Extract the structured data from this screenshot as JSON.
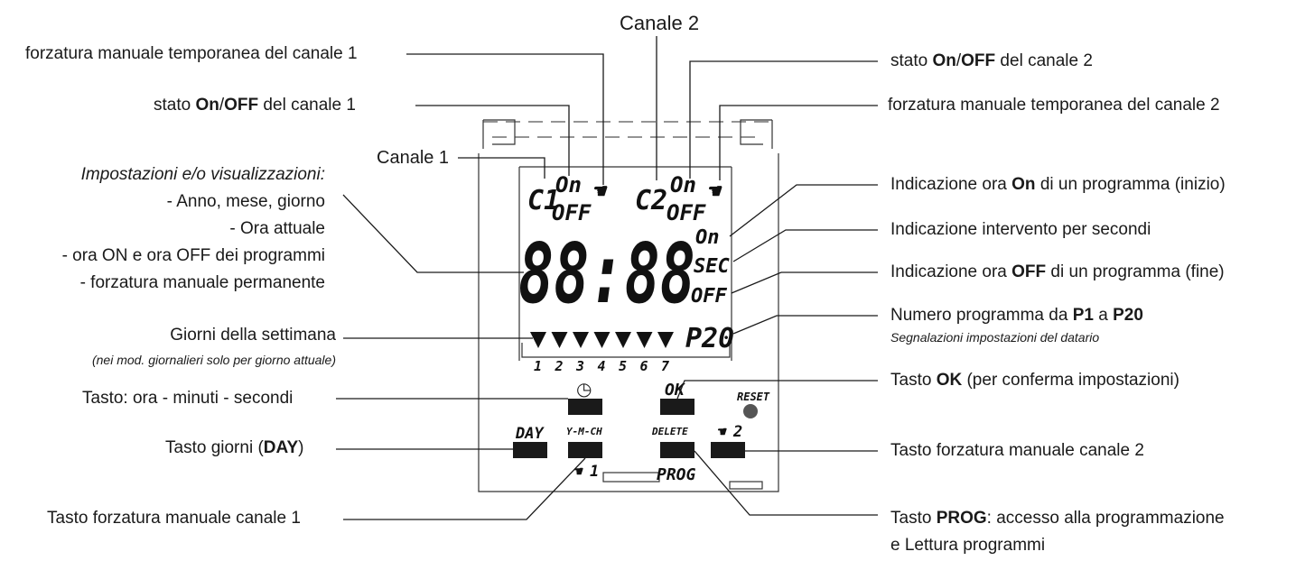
{
  "labels": {
    "canale2": "Canale 2",
    "forz_ch1_top": "forzatura manuale temporanea del canale 1",
    "stato_ch1": {
      "pre": "stato ",
      "on": "On",
      "sep": "/",
      "off": "OFF",
      "post": " del canale 1"
    },
    "canale1": "Canale 1",
    "impostazioni": {
      "title": "Impostazioni e/o visualizzazioni:",
      "items": [
        "- Anno, mese, giorno",
        "- Ora attuale",
        "- ora ON e ora OFF dei programmi",
        "- forzatura manuale permanente"
      ]
    },
    "giorni": "Giorni della settimana",
    "giorni_note": "(nei mod. giornalieri solo per giorno attuale)",
    "tasto_ora": "Tasto: ora - minuti - secondi",
    "tasto_giorni": {
      "pre": "Tasto giorni (",
      "bold": "DAY",
      "post": ")"
    },
    "tasto_forz_ch1": "Tasto forzatura manuale canale 1",
    "stato_ch2": {
      "pre": "stato ",
      "on": "On",
      "sep": "/",
      "off": "OFF",
      "post": " del canale 2"
    },
    "forz_ch2_top": "forzatura manuale temporanea del canale 2",
    "ind_on": {
      "pre": "Indicazione ora ",
      "bold": "On",
      "post": " di un programma (inizio)"
    },
    "ind_sec": "Indicazione intervento per secondi",
    "ind_off": {
      "pre": "Indicazione ora ",
      "bold": "OFF",
      "post": " di un  programma (fine)"
    },
    "num_prog": {
      "pre": "Numero programma da ",
      "b1": "P1",
      "mid": " a ",
      "b2": "P20"
    },
    "num_prog_note": "Segnalazioni impostazioni del datario",
    "tasto_ok": {
      "pre": "Tasto ",
      "bold": "OK",
      "post": " (per conferma impostazioni)"
    },
    "tasto_forz_ch2": "Tasto forzatura manuale canale 2",
    "tasto_prog": {
      "pre": "Tasto ",
      "bold": "PROG",
      "post": ": accesso alla programmazione",
      "line2": "e Lettura programmi"
    }
  },
  "display": {
    "ch1": "C1",
    "ch2": "C2",
    "on": "On",
    "off": "OFF",
    "time": "88:88",
    "on_side": "On",
    "sec": "SEC",
    "off_side": "OFF",
    "prog": "P20",
    "days": [
      "1",
      "2",
      "3",
      "4",
      "5",
      "6",
      "7"
    ]
  },
  "keys": {
    "day": "DAY",
    "ymch": "Y-M-CH",
    "ok": "OK",
    "delete": "DELETE",
    "reset": "RESET",
    "prog": "PROG",
    "hand1": "1",
    "hand2": "2"
  }
}
